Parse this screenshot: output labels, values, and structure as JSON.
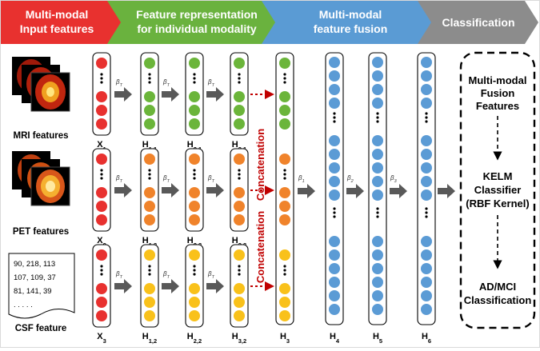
{
  "header": {
    "stage1": [
      "Multi-modal",
      "Input features"
    ],
    "stage2": [
      "Feature representation",
      "for individual modality"
    ],
    "stage3": [
      "Multi-modal",
      "feature fusion"
    ],
    "stage4": [
      "Classification"
    ]
  },
  "inputs": {
    "mri_label": "MRI features",
    "pet_label": "PET features",
    "csf_label": "CSF feature",
    "csf_values": [
      "90, 218, 113",
      "107, 109, 37",
      "81, 141, 39",
      ". . . . ."
    ]
  },
  "concat_label": "Concatenation",
  "classifier": {
    "fusion": [
      "Multi-modal",
      "Fusion",
      "Features"
    ],
    "kelm": [
      "KELM",
      "Classifier",
      "(RBF Kernel)"
    ],
    "result": [
      "AD/MCI",
      "Classification"
    ]
  },
  "colors": {
    "red": "#e8312f",
    "green": "#6bb53a",
    "orange": "#f0832b",
    "yellow": "#f9c11a",
    "blue": "#5b9bd5",
    "hdr_red": "#e8312f",
    "hdr_green": "#6ab23e",
    "hdr_blue": "#5a9bd4",
    "hdr_gray": "#8c8c8c"
  }
}
